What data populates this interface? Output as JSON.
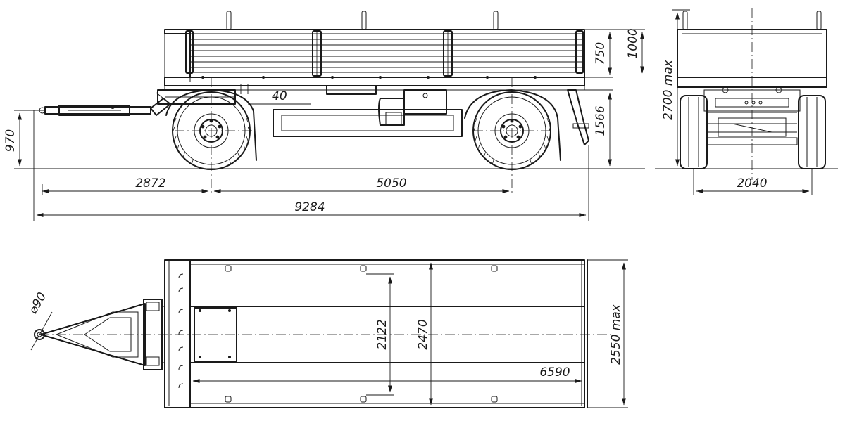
{
  "dimensions": {
    "side": {
      "d40": "40",
      "d750": "750",
      "d1000": "1000",
      "d1566": "1566",
      "d970": "970",
      "d2872": "2872",
      "d5050": "5050",
      "d9284": "9284"
    },
    "rear": {
      "d2700": "2700 max",
      "d2040": "2040"
    },
    "top": {
      "d90": "⌀90",
      "d2122": "2122",
      "d2470": "2470",
      "d2550": "2550 max",
      "d6590": "6590"
    }
  }
}
